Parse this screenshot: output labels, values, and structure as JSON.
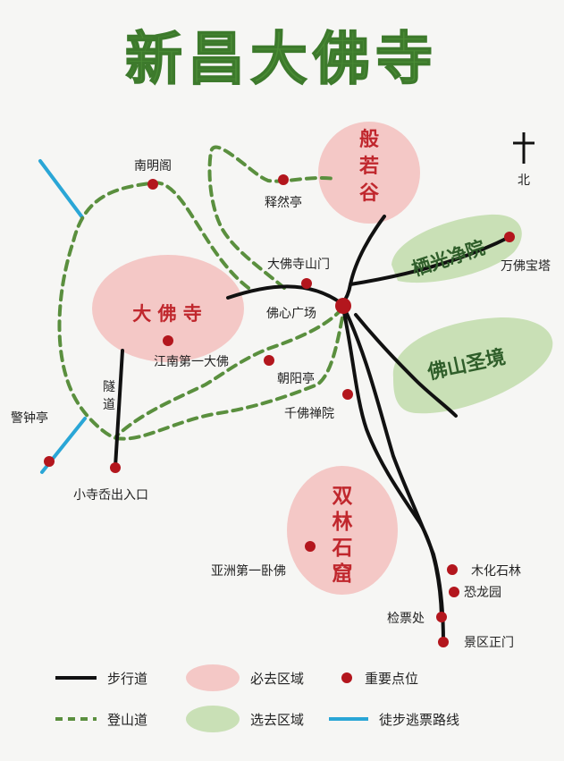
{
  "title": "新昌大佛寺",
  "compass": {
    "label": "北"
  },
  "zones_must": [
    {
      "name": "般若谷"
    },
    {
      "name": "大 佛 寺"
    },
    {
      "name": "双林石窟"
    }
  ],
  "zones_optional": [
    {
      "name": "栖光净院"
    },
    {
      "name": "佛山圣境"
    }
  ],
  "points": {
    "nanming": "南明阁",
    "shiran": "释然亭",
    "shanmen": "大佛寺山门",
    "foxin": "佛心广场",
    "jiangnan": "江南第一大佛",
    "chaoyang": "朝阳亭",
    "qianfo": "千佛禅院",
    "wanfo": "万佛宝塔",
    "jingzhong": "警钟亭",
    "xiaosi": "小寺岙出入口",
    "suidao": "隧道",
    "yazhou": "亚洲第一卧佛",
    "muhua": "木化石林",
    "konglong": "恐龙园",
    "jianpiao": "检票处",
    "zhengmen": "景区正门"
  },
  "legend": {
    "walk": "步行道",
    "mountain": "登山道",
    "must": "必去区域",
    "optional": "选去区域",
    "key_point": "重要点位",
    "escape": "徒步逃票路线"
  },
  "colors": {
    "title_green": "#4a8c35",
    "pink": "#f4c8c6",
    "green_zone": "#c9e0b6",
    "red_dot": "#b3161d",
    "walk_line": "#111111",
    "mountain_line": "#5a8f3e",
    "escape_line": "#2aa6d6"
  }
}
